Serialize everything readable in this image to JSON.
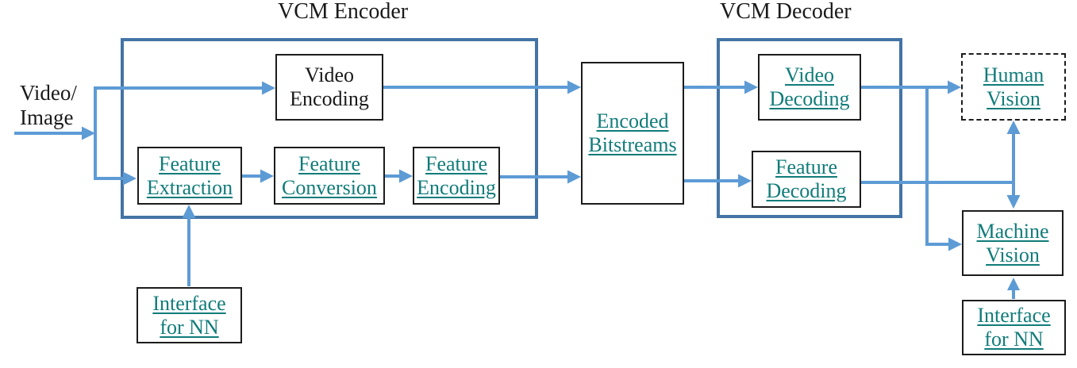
{
  "figure": {
    "kind": "block-diagram",
    "subject": "Video Coding for Machines (VCM) encoder/decoder architecture"
  },
  "colors": {
    "background": "#ffffff",
    "container_border": "#4374A5",
    "arrow": "#5D9BD5",
    "teal": "#107C7A",
    "black": "#1A1A1A",
    "box_border": "#1C1C1C"
  },
  "input_label": {
    "line1": "Video/",
    "line2": "Image"
  },
  "encoder": {
    "title": "VCM Encoder",
    "boxes": {
      "video_encoding": {
        "line1": "Video",
        "line2": "Encoding"
      },
      "feature_extraction": {
        "line1": "Feature",
        "line2": "Extraction"
      },
      "feature_conversion": {
        "line1": "Feature",
        "line2": "Conversion"
      },
      "feature_encoding": {
        "line1": "Feature",
        "line2": "Encoding"
      }
    }
  },
  "decoder": {
    "title": "VCM Decoder",
    "boxes": {
      "video_decoding": {
        "line1": "Video",
        "line2": "Decoding"
      },
      "feature_decoding": {
        "line1": "Feature",
        "line2": "Decoding"
      }
    }
  },
  "nodes": {
    "interface_nn_left": {
      "line1": "Interface",
      "line2": "for NN"
    },
    "encoded_bitstreams": {
      "line1": "Encoded",
      "line2": "Bitstreams"
    },
    "human_vision": {
      "line1": "Human",
      "line2": "Vision"
    },
    "machine_vision": {
      "line1": "Machine",
      "line2": "Vision"
    },
    "interface_nn_right": {
      "line1": "Interface",
      "line2": "for NN"
    }
  },
  "edges": [
    {
      "from": "video-image-input",
      "to": "branch-point"
    },
    {
      "from": "branch-point",
      "to": "video-encoding"
    },
    {
      "from": "branch-point",
      "to": "feature-extraction"
    },
    {
      "from": "feature-extraction",
      "to": "feature-conversion"
    },
    {
      "from": "feature-conversion",
      "to": "feature-encoding"
    },
    {
      "from": "interface-for-nn-left",
      "to": "feature-extraction"
    },
    {
      "from": "video-encoding",
      "to": "encoded-bitstreams"
    },
    {
      "from": "feature-encoding",
      "to": "encoded-bitstreams"
    },
    {
      "from": "encoded-bitstreams",
      "to": "video-decoding"
    },
    {
      "from": "encoded-bitstreams",
      "to": "feature-decoding"
    },
    {
      "from": "video-decoding",
      "to": "human-vision"
    },
    {
      "from": "video-decoding",
      "to": "machine-vision"
    },
    {
      "from": "feature-decoding",
      "to": "human-vision",
      "style": "bidirectional-junction"
    },
    {
      "from": "feature-decoding",
      "to": "machine-vision",
      "style": "bidirectional-junction"
    },
    {
      "from": "interface-for-nn-right",
      "to": "machine-vision"
    }
  ]
}
